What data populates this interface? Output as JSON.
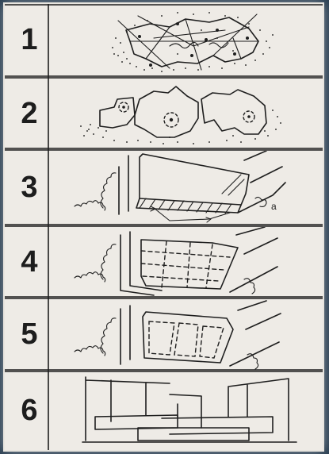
{
  "steps": [
    {
      "number": "1"
    },
    {
      "number": "2"
    },
    {
      "number": "3"
    },
    {
      "number": "4"
    },
    {
      "number": "5"
    },
    {
      "number": "6"
    }
  ]
}
